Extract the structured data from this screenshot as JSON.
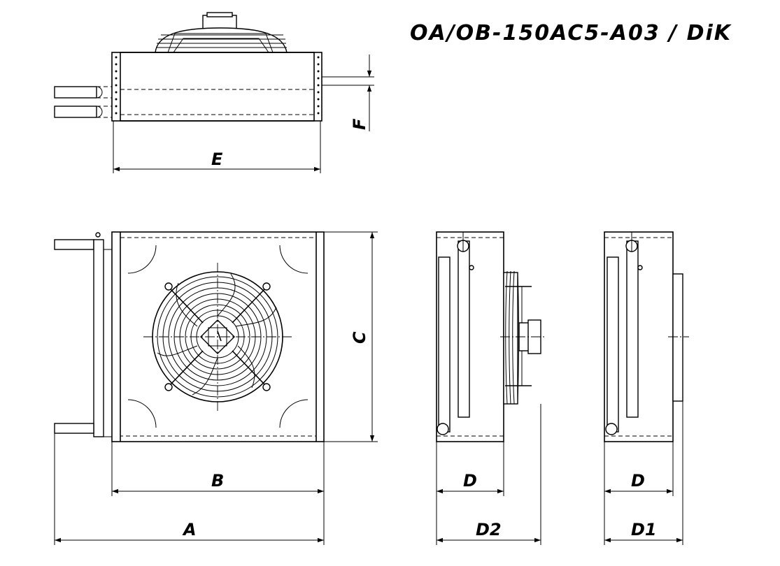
{
  "title": "OA/OB-150AC5-A03  /  DiK",
  "dimensions": {
    "A": "A",
    "B": "B",
    "C": "C",
    "D": "D",
    "D1": "D1",
    "D2": "D2",
    "E": "E",
    "F": "F"
  }
}
